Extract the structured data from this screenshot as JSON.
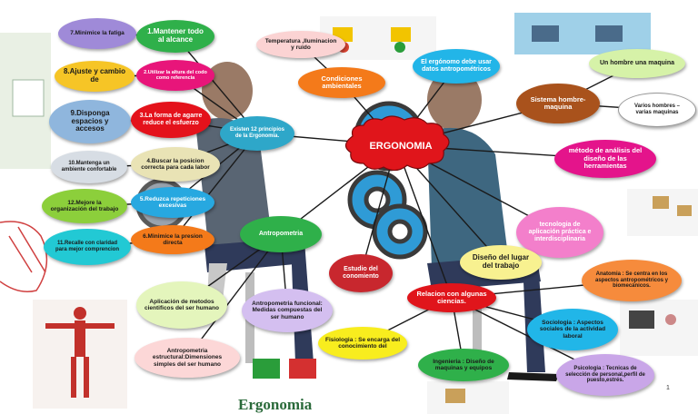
{
  "diagram": {
    "center": "ERGONOMIA",
    "logo_text": "Ergonomia",
    "page_number": "1",
    "nodes": [
      {
        "id": "n7",
        "text": "7.Minimice la fatiga",
        "color": "#9f8ad8",
        "text_color": "#1a1a1a"
      },
      {
        "id": "n1",
        "text": "1.Mantener todo al alcance",
        "color": "#2fb04a",
        "text_color": "#ffffff"
      },
      {
        "id": "n8",
        "text": "8.Ajuste y cambio de",
        "color": "#f6c526",
        "text_color": "#1a1a1a"
      },
      {
        "id": "n2",
        "text": "2.Utilizar la altura del codo como referencia",
        "color": "#e8157a",
        "text_color": "#ffffff"
      },
      {
        "id": "n9",
        "text": "9.Disponga espacios y accesos",
        "color": "#8fb6dd",
        "text_color": "#1a1a1a"
      },
      {
        "id": "n3",
        "text": "3.La forma de agarre reduce el esfuerzo",
        "color": "#e4121b",
        "text_color": "#ffffff"
      },
      {
        "id": "n10",
        "text": "10.Mantenga un ambiente confortable",
        "color": "#d7dde4",
        "text_color": "#1a1a1a"
      },
      {
        "id": "n4",
        "text": "4.Buscar la posicion correcta para cada labor",
        "color": "#e9e3b5",
        "text_color": "#1a1a1a"
      },
      {
        "id": "n12",
        "text": "12.Mejore la organización del trabajo",
        "color": "#8ccf3b",
        "text_color": "#1a1a1a"
      },
      {
        "id": "n5",
        "text": "5.Reduzca repeticiones excesivas",
        "color": "#27a8e0",
        "text_color": "#ffffff"
      },
      {
        "id": "n11",
        "text": "11.Recalle con claridad para mejor comprencion",
        "color": "#22c9d4",
        "text_color": "#1a1a1a"
      },
      {
        "id": "n6",
        "text": "6.Minimice la presion directa",
        "color": "#f47a1a",
        "text_color": "#1a1a1a"
      },
      {
        "id": "temp",
        "text": "Temperatura ,Iluminacion y ruido",
        "color": "#fbd3d3",
        "text_color": "#1a1a1a"
      },
      {
        "id": "cond",
        "text": "Condiciones ambientales",
        "color": "#f47a1a",
        "text_color": "#ffffff"
      },
      {
        "id": "exist",
        "text": "Existen 12 principios de la Ergonomia.",
        "color": "#2ea7c9",
        "text_color": "#ffffff"
      },
      {
        "id": "ergo_datos",
        "text": "El ergónomo debe usar datos antropométricos",
        "color": "#22b5e8",
        "text_color": "#ffffff"
      },
      {
        "id": "hombre_maq",
        "text": "Un hombre una maquina",
        "color": "#d6f2a8",
        "text_color": "#1a1a1a"
      },
      {
        "id": "sistema",
        "text": "Sistema hombre-maquina",
        "color": "#a9521c",
        "text_color": "#ffffff"
      },
      {
        "id": "varios",
        "text": "Varios hombres – varias maquinas",
        "color": "#ffffff",
        "text_color": "#1a1a1a"
      },
      {
        "id": "metodo",
        "text": "método de análisis del diseño de las herramientas",
        "color": "#e4148b",
        "text_color": "#ffffff"
      },
      {
        "id": "tecno",
        "text": "tecnologia de aplicación práctica e interdisciplinaria",
        "color": "#f37fcb",
        "text_color": "#ffffff"
      },
      {
        "id": "antropo",
        "text": "Antropometria",
        "color": "#2fb04a",
        "text_color": "#ffffff"
      },
      {
        "id": "estudio",
        "text": "Estudio del conomiento",
        "color": "#c8272e",
        "text_color": "#ffffff"
      },
      {
        "id": "diseno",
        "text": "Diseño del lugar del trabajo",
        "color": "#f8f190",
        "text_color": "#1a1a1a"
      },
      {
        "id": "anatomia",
        "text": "Anatomia : Se centra en los aspectos antropométricos y biomecánicos.",
        "color": "#f68b3c",
        "text_color": "#1a1a1a"
      },
      {
        "id": "aplic",
        "text": "Aplicación de metodos cientificos del ser humano",
        "color": "#e4f5bc",
        "text_color": "#1a1a1a"
      },
      {
        "id": "funcional",
        "text": "Antropometria funcional: Medidas compuestas del ser humano",
        "color": "#d4bff0",
        "text_color": "#1a1a1a"
      },
      {
        "id": "relacion",
        "text": "Relacion con algunas ciencias.",
        "color": "#e0151b",
        "text_color": "#ffffff"
      },
      {
        "id": "socio",
        "text": "Sociologia : Aspectos sociales de la actividad laboral",
        "color": "#21b6e8",
        "text_color": "#1a1a1a"
      },
      {
        "id": "estructural",
        "text": "Antropometria estructural:Dimensiones simples del ser humano",
        "color": "#fcd7d7",
        "text_color": "#1a1a1a"
      },
      {
        "id": "fisio",
        "text": "Fisiologia : Se encarga del conocimiento del",
        "color": "#f8ed1e",
        "text_color": "#1a1a1a"
      },
      {
        "id": "ingenieria",
        "text": "Ingenieria : Diseño de maquinas y equipos",
        "color": "#2fb04a",
        "text_color": "#1a1a1a"
      },
      {
        "id": "psico",
        "text": "Psicologia : Tecnicas de selección de personal,perfil de puesto,estrés.",
        "color": "#c9a6e8",
        "text_color": "#1a1a1a"
      }
    ]
  }
}
